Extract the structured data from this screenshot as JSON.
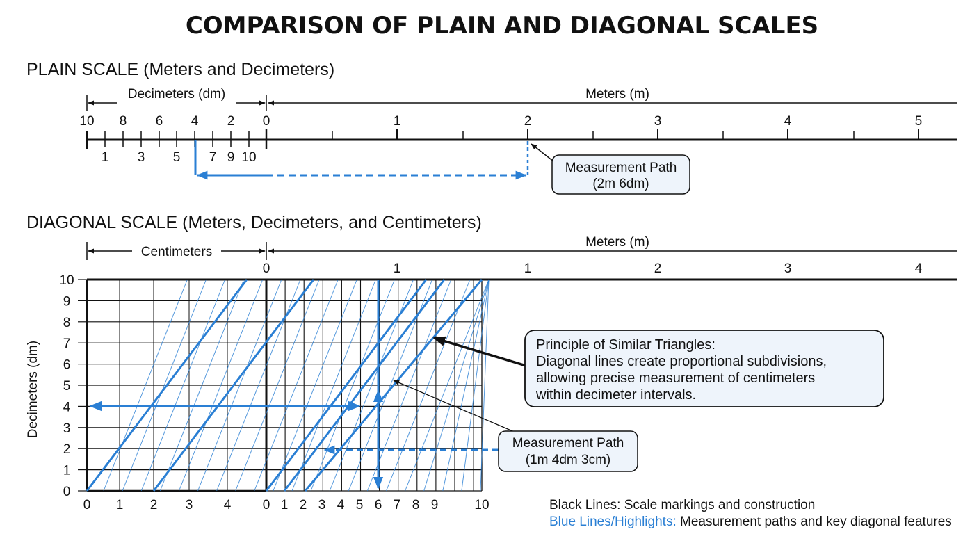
{
  "title": "COMPARISON OF PLAIN AND DIAGONAL SCALES",
  "plain": {
    "heading": "PLAIN SCALE (Meters and Decimeters)",
    "dm_span_label": "Decimeters (dm)",
    "m_span_label": "Meters (m)",
    "upper_ticks": [
      "10",
      "8",
      "6",
      "4",
      "2",
      "0"
    ],
    "lower_ticks": [
      "1",
      "3",
      "5",
      "7",
      "9",
      "10"
    ],
    "meter_ticks": [
      "0",
      "1",
      "2",
      "3",
      "4",
      "5"
    ],
    "callout_line1": "Measurement Path",
    "callout_line2": "(2m 6dm)"
  },
  "diagonal": {
    "heading": "DIAGONAL SCALE (Meters, Decimeters, and Centimeters)",
    "cm_span_label": "Centimeters",
    "m_span_label": "Meters (m)",
    "y_axis_label": "Decimeters (dm)",
    "y_ticks": [
      "0",
      "1",
      "2",
      "3",
      "4",
      "5",
      "6",
      "7",
      "8",
      "9",
      "10"
    ],
    "top_meter_labels": [
      "0",
      "1",
      "1",
      "2",
      "3",
      "4"
    ],
    "bottom_left_labels": [
      "0",
      "1",
      "2",
      "3",
      "4"
    ],
    "bottom_right_labels": [
      "0",
      "1",
      "2",
      "3",
      "4",
      "5",
      "6",
      "7",
      "8",
      "9",
      "10"
    ],
    "principle_line1": "Principle of Similar Triangles:",
    "principle_line2": "Diagonal lines create proportional subdivisions,",
    "principle_line3": "allowing precise measurement of centimeters",
    "principle_line4": "within decimeter intervals.",
    "callout_line1": "Measurement Path",
    "callout_line2": "(1m 4dm 3cm)"
  },
  "legend": {
    "black_line": "Black Lines: Scale markings and construction",
    "blue_key": "Blue Lines/Highlights:",
    "blue_desc": " Measurement paths and key diagonal features"
  },
  "colors": {
    "ink": "#111111",
    "blue": "#2a7fd4",
    "callout_fill": "#eef4fb"
  }
}
